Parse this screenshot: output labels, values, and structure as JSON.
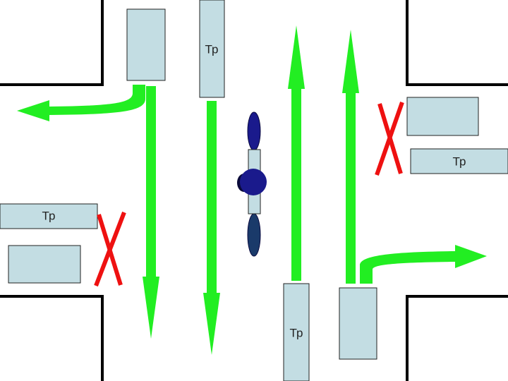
{
  "colors": {
    "background": "#ffffff",
    "curb": "#000000",
    "vehicle_fill": "#c3dde3",
    "vehicle_stroke": "#222222",
    "arrow": "#22ee22",
    "cross": "#ee1111",
    "officer_body": "#1a1a8c",
    "officer_arm": "#1a3a6a"
  },
  "labels": {
    "tram_top": "Тр",
    "tram_right": "Тр",
    "tram_left": "Тр",
    "tram_bottom": "Тр"
  },
  "icons": {
    "officer": "traffic-controller-icon",
    "prohibited": "red-x-icon"
  }
}
